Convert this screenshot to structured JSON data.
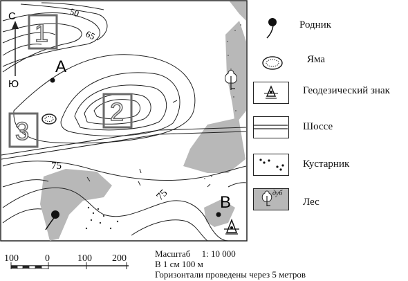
{
  "map": {
    "contours": [
      "50",
      "65",
      "75",
      "75"
    ],
    "points": [
      {
        "label": "А"
      },
      {
        "label": "В"
      }
    ],
    "squares": [
      {
        "label": "1"
      },
      {
        "label": "2"
      },
      {
        "label": "3"
      }
    ],
    "compass": {
      "north": "С",
      "south": "Ю"
    }
  },
  "legend": {
    "spring": "Родник",
    "pit": "Яма",
    "geodetic_sign": "Геодезический знак",
    "highway": "Шоссе",
    "shrubs": "Кустарник",
    "forest": "Лес",
    "forest_icon_text": "дуб"
  },
  "scale_bar": {
    "labels": [
      "100",
      "0",
      "100",
      "200"
    ]
  },
  "caption": {
    "scale": "Масштаб     1: 10 000",
    "unit": "В 1 см 100 м",
    "contour_interval": "Горизонтали проведены через 5 метров"
  },
  "colors": {
    "forest": "#b8b8b8",
    "lines": "#222222",
    "square": "#6a6a6a"
  }
}
